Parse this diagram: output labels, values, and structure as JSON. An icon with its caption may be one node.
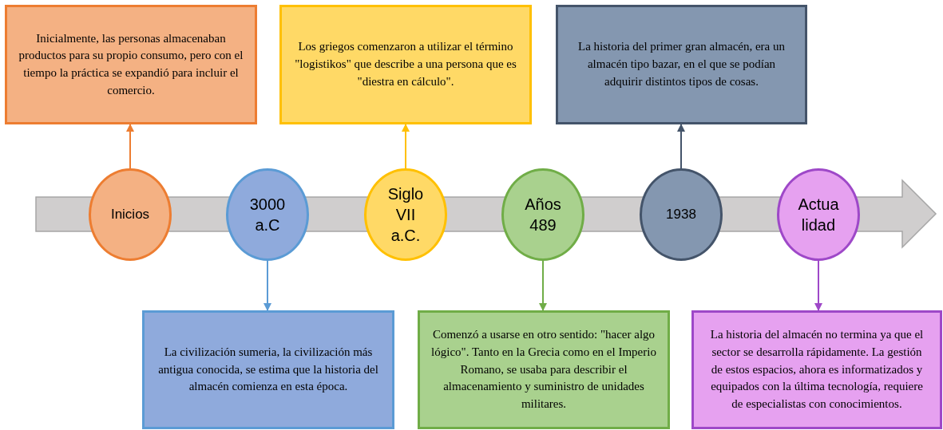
{
  "diagram": {
    "nodes": [
      {
        "text": [
          "Inicialmente, las personas almacenaban productos para su propio consumo, pero con el tiempo la práctica se expandió para incluir el comercio."
        ]
      },
      {
        "text": [
          "Los griegos comenzaron a utilizar el término \"logistikos\" que describe a una persona que es \"diestra en cálculo\"."
        ]
      },
      {
        "text": [
          "La historia del primer gran almacén, era un almacén tipo bazar, en el que se podían adquirir distintos tipos de cosas."
        ]
      },
      {
        "text": [
          "Inicios"
        ]
      },
      {
        "text": [
          "3000 a.C"
        ]
      },
      {
        "text": [
          "Siglo VII a.C."
        ]
      },
      {
        "text": [
          "Años 489"
        ]
      },
      {
        "text": [
          "1938"
        ]
      },
      {
        "text": [
          "Actua lidad"
        ]
      },
      {
        "text": [
          "La civilización sumeria, la civilización más antigua conocida, se estima que la historia del almacén comienza en esta época."
        ]
      },
      {
        "text": [
          "Comenzó a usarse en otro sentido: \"hacer algo lógico\". Tanto en la Grecia como en el Imperio Romano, se usaba para describir el almacenamiento y suministro de unidades militares."
        ]
      },
      {
        "text": [
          "La historia del almacén no termina ya que el sector se desarrolla rápidamente. La gestión de estos espacios, ahora es informatizados y equipados con la última tecnología, requiere de especialistas con conocimientos."
        ]
      }
    ],
    "edges": [
      {
        "from": 3,
        "to": 0,
        "arrow": "to",
        "color": "#ed7d31"
      },
      {
        "from": 4,
        "to": 9,
        "arrow": "to",
        "color": "#5b9bd5"
      },
      {
        "from": 5,
        "to": 1,
        "arrow": "to",
        "color": "#ffc000"
      },
      {
        "from": 6,
        "to": 10,
        "arrow": "to",
        "color": "#70ad47"
      },
      {
        "from": 7,
        "to": 2,
        "arrow": "to",
        "color": "#44546a"
      },
      {
        "from": 8,
        "to": 11,
        "arrow": "to",
        "color": "#9e48c8"
      }
    ]
  }
}
